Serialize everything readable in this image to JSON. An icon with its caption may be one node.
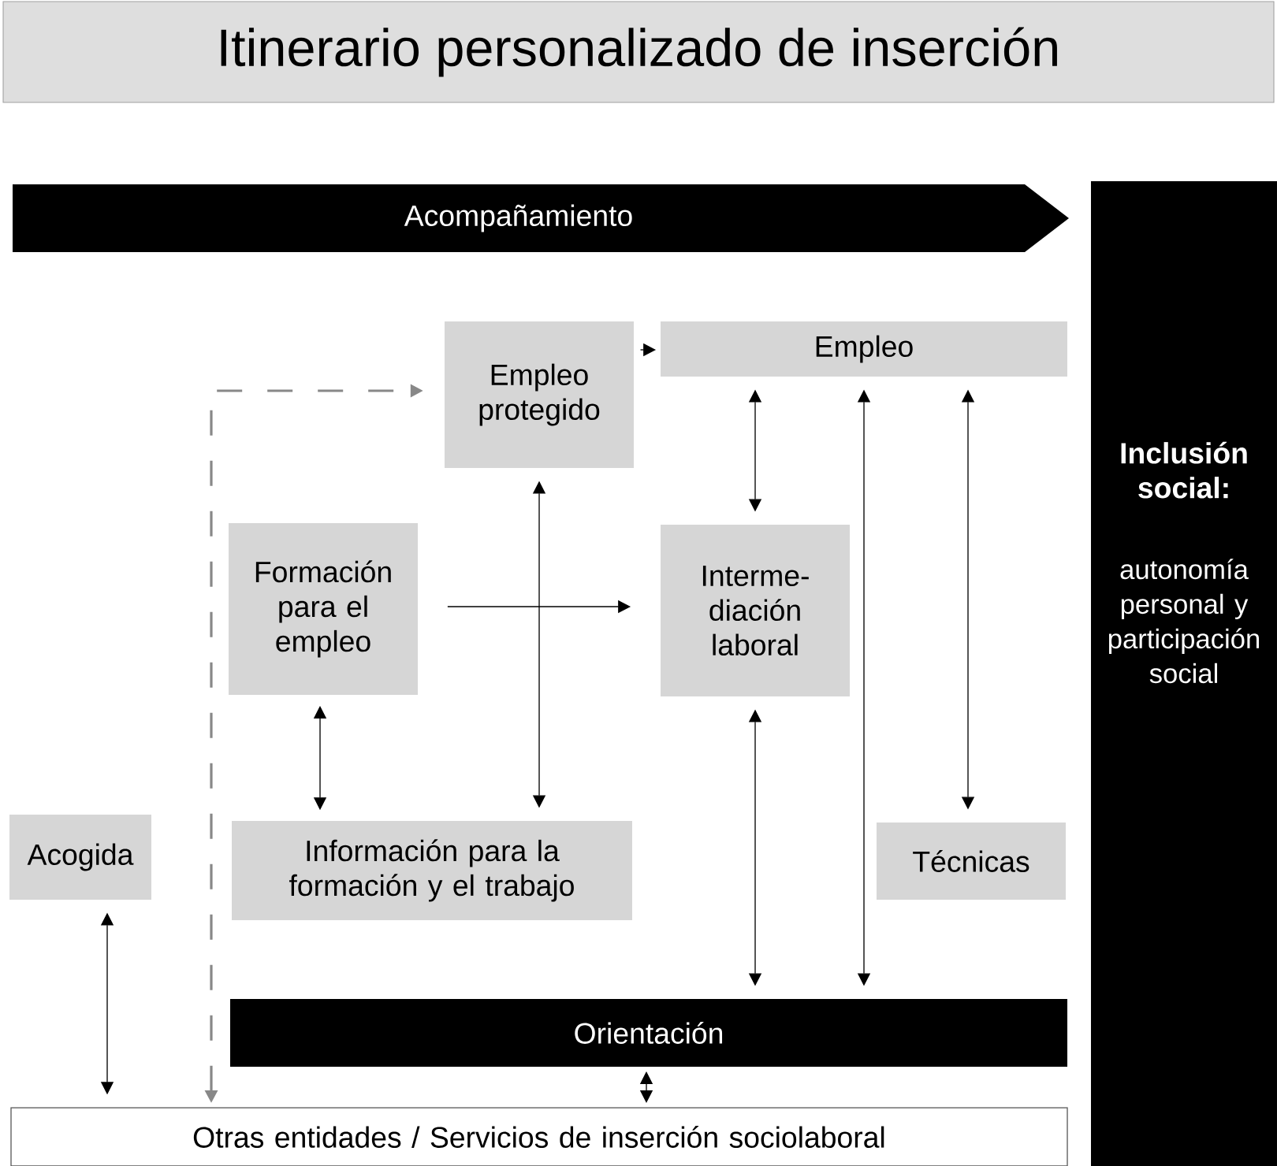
{
  "diagram": {
    "title": "Itinerario personalizado de inserción",
    "nodes": [
      {
        "text": [
          "Acompañamiento"
        ]
      },
      {
        "text": [
          "Inclusión social:",
          "autonomía personal y participación social"
        ]
      },
      {
        "text": [
          "Empleo protegido"
        ]
      },
      {
        "text": [
          "Empleo"
        ]
      },
      {
        "text": [
          "Formación para el empleo"
        ]
      },
      {
        "text": [
          "Interme- diación laboral"
        ]
      },
      {
        "text": [
          "Acogida"
        ]
      },
      {
        "text": [
          "Información para la formación y el trabajo"
        ]
      },
      {
        "text": [
          "Técnicas"
        ]
      },
      {
        "text": [
          "Orientación"
        ]
      },
      {
        "text": [
          "Otras entidades / Servicios de inserción sociolaboral"
        ]
      }
    ],
    "edges": [
      {
        "from": 2,
        "to": 3,
        "arrow": "to"
      },
      {
        "from": 10,
        "to": 2,
        "arrow": "both",
        "style": "dashed",
        "color": "#888888"
      },
      {
        "from": 4,
        "to": 5,
        "arrow": "to"
      },
      {
        "from": 4,
        "to": 7,
        "arrow": "both"
      },
      {
        "from": 2,
        "to": 7,
        "arrow": "both"
      },
      {
        "from": 3,
        "to": 5,
        "arrow": "both"
      },
      {
        "from": 3,
        "to": 9,
        "arrow": "both"
      },
      {
        "from": 3,
        "to": 8,
        "arrow": "both"
      },
      {
        "from": 5,
        "to": 9,
        "arrow": "both"
      },
      {
        "from": 6,
        "to": 10,
        "arrow": "both"
      },
      {
        "from": 9,
        "to": 10,
        "arrow": "both"
      }
    ]
  }
}
